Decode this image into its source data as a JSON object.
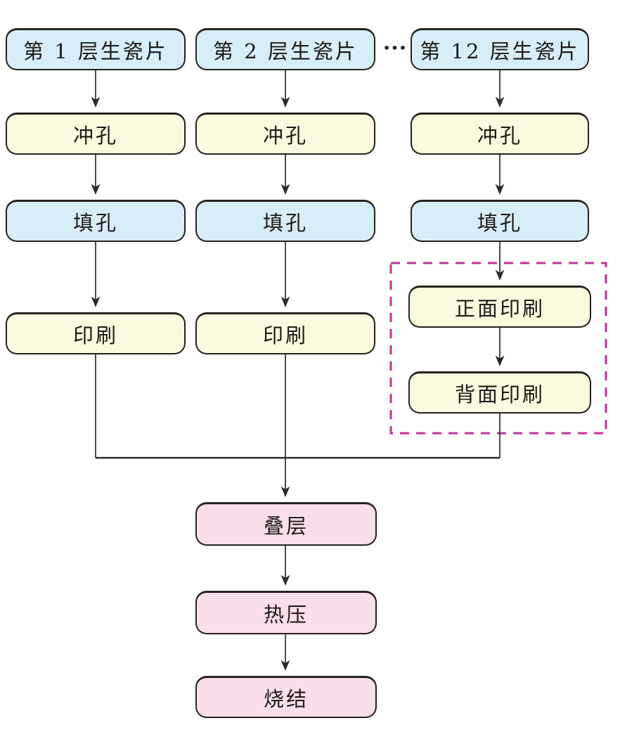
{
  "diagram": {
    "type": "flowchart",
    "ellipsis": "···",
    "columns": [
      {
        "source": "第 1 层生瓷片",
        "punch": "冲孔",
        "fill": "填孔",
        "print": "印刷"
      },
      {
        "source": "第 2 层生瓷片",
        "punch": "冲孔",
        "fill": "填孔",
        "print": "印刷"
      },
      {
        "source": "第 12 层生瓷片",
        "punch": "冲孔",
        "fill": "填孔",
        "front_print": "正面印刷",
        "back_print": "背面印刷"
      }
    ],
    "merged_steps": [
      "叠层",
      "热压",
      "烧结"
    ],
    "colors": {
      "source_fill": "#d7edf8",
      "process_fill": "#fcfade",
      "merge_fill": "#f8ddeb",
      "dashed_border": "#bf3396",
      "box_border": "#26221d",
      "connector": "#2b2b2b"
    }
  }
}
